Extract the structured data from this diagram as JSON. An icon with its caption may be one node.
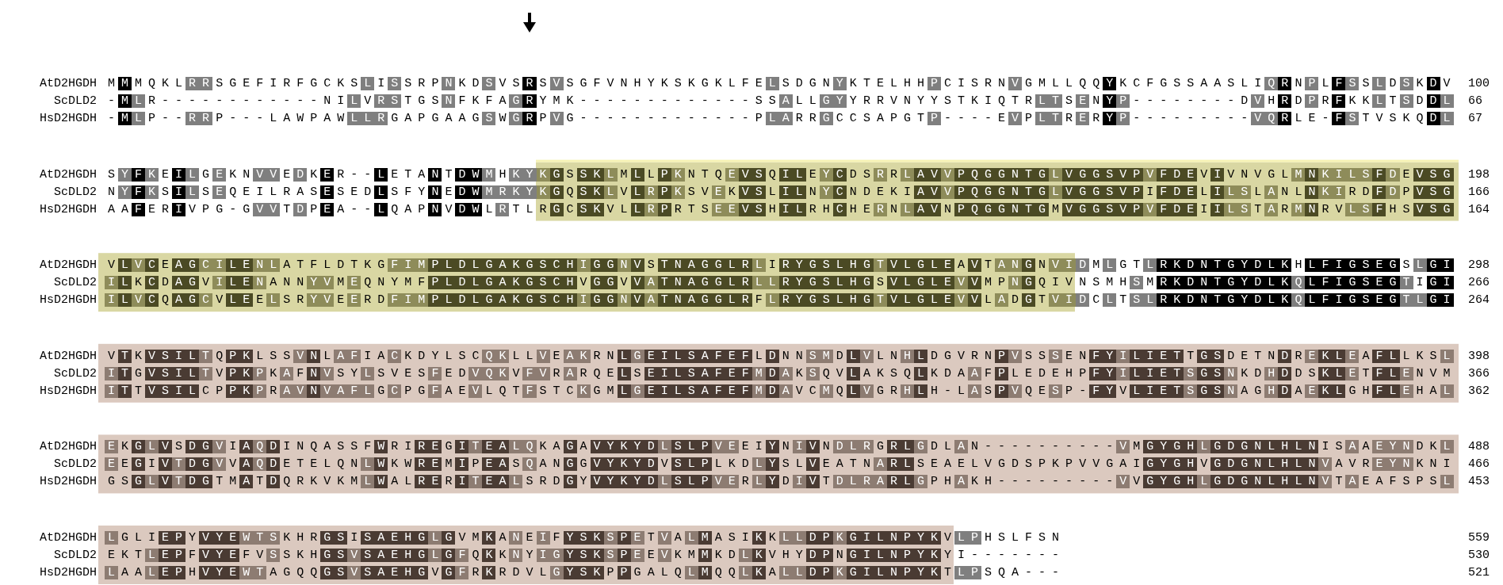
{
  "diagram": {
    "labels": [
      "AtD2HGDH",
      "MMMQKLRRSGEFIRFGCKSLISSRPNKDSVSRSVSGFVNHYKSKGKLFELSDGNYKTELHHPCISRNVGMLLQQYKCFGSSAASLIQRNPLFSSLDSKDV",
      "100",
      "ScDLD2",
      "-MLR------------NILVRSTGSNFKFAGRYMK-------------SSALLGYYRRVNYYSTKIQTRLTSENYP--------DVHRDPRFKKLTSDDL",
      "66",
      "HsD2HGDH",
      "-MLP--RRP---LAWPAWLLRGAPGAAGSWGRPVG-------------PLARRGCCSAPGTP----EVPLTRERYP---------VQRLE-FSTVSKQDL",
      "67",
      "AtD2HGDH",
      "SYFKEILGEKNVVEDKER--LETANTDWMHKYKGSSKLMLLPKNTQEVSQILEYCDSRRLAVVPQGGNTGLVGGSVPVFDEVIVNVGLMNKILSFDEVSG",
      "198",
      "ScDLD2",
      "NYFKSILSEQEILRASESEDLSFYNEDWMRKYKGQSKLVLRPKSVEKVSLILNYCNDEKIAVVPQGGNTGLVGGSVPIFDELILSLANLNKIRDFDPVSG",
      "166",
      "HsD2HGDH",
      "AAFERIVPG-GVVTDPEA--LQAPNVDWLRTLRGCSKVLLRPRTSEEVSHILRHCHERNLAVNPQGGNTGMVGGSVPVFDEIILSTARMNRVLSFHSVSG",
      "164",
      "AtD2HGDH",
      "VLVCEAGCILENLATFLDTKGFIMPLDLGAKGSCHIGGNVSTNAGGLRLIRYGSLHGTVLGLEAVTANGNVIDMLGTLRKDNTGYDLKHLFIGSEGSLGI",
      "298",
      "ScDLD2",
      "ILKCDAGVILENANNYVMEQNYMFPLDLGAKGSCHVGGVVATNAGGLRLLRYGSLHGSVLGLEVVMPNGQIVNSMHSMRKDNTGYDLKQLFIGSEGTIGI",
      "266",
      "HsD2HGDH",
      "ILVCQAGCVLEELSRYVEERDFIMPLDLGAKGSCHIGGNVATNAGGLRFLRYGSLHGTVLGLEVVLADGTVIDCLTSLRKDNTGYDLKQLFIGSEGTLGI",
      "264",
      "AtD2HGDH",
      "VTKVSILTQPKLSSVNLAFIACKDYLSCQKLLVEAKRNLGEILSAFEFLDNNSMDLVLNHLDGVRNPVSSSENFYILIETTGSDETNDREKLEAFLLKSL",
      "398",
      "ScDLD2",
      "ITGVSILTVPKPKAFNVSYLSVESFEDVQKVFVRARQELSEILSAFEFMDAKSQVLAKSQLKDAAFPLEDEHPFYILIETSGSNKDHDDSKLETFLENVM",
      "366",
      "HsD2HGDH",
      "ITTVSILCPPKPRAVNVAFLGCPGFAEVLQTFSTCKGMLGEILSAFEFMDAVCMQLVGRHLH-LASPVQESP-FYVLIETSGSNAGHDAEKLGHFLEHAL",
      "362",
      "AtD2HGDH",
      "EKGLVSDGVIAQDINQASSFWRIREGITEALQKAGAVYKYDLSLPVEEIYNIVNDLRGRLGDLAN----------VMGYGHLGDGNLHLNISAAEYNDKL",
      "488",
      "ScDLD2",
      "EEGIVTDGVVAQDETELQNLWKWREMIPEASQANGGVYKYDVSLPLKDLYSLVEATNARLSEAELVGDSPKPVVGAIGYGHVGDGNLHLNVAVREYNKNI",
      "466",
      "HsD2HGDH",
      "GSGLVTDGTMATDQRKVKMLWALRERITEALSRDGYVYKYDLSLPVERLYDIVTDLRARLGPHAKH---------VVGYGHLGDGNLHLNVTAEAFSPSL",
      "453",
      "AtD2HGDH",
      "LGLIEPYVYEWTSKHRGSISAEHGLGVMKANEIFYSKSPETVALMASIKKLLDPKGILNPYKVLPHSLFSN",
      "559",
      "ScDLD2",
      "EKTLEPFVYEFVSSKHGSVSAEHGLGFQKKNYIGYSKSPEEVKMMKDLKVHYDPNGILNPYKYI-------",
      "530",
      "HsD2HGDH",
      "LAALEPHVYEWTAGQQGSVSAEHGVGFRKRDVLGYSKPPGALQLMQQLKALLDPKGILNPYKTLPSQA---",
      "521"
    ]
  }
}
